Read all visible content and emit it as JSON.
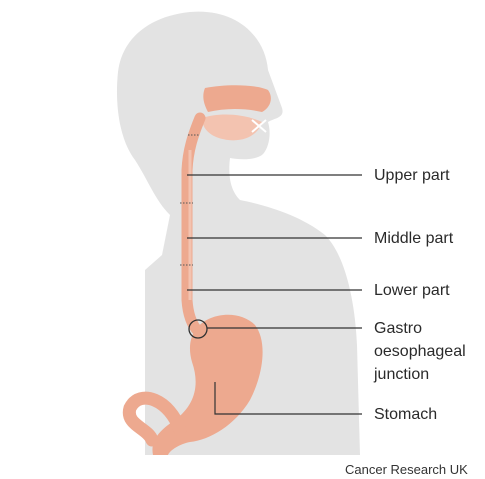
{
  "labels": {
    "upper": "Upper part",
    "middle": "Middle part",
    "lower": "Lower part",
    "junction_line1": "Gastro",
    "junction_line2": "oesophageal",
    "junction_line3": "junction",
    "stomach": "Stomach"
  },
  "credit": "Cancer Research UK",
  "colors": {
    "silhouette": "#e3e3e3",
    "organ": "#eda98f",
    "organ_light": "#f3c3b0",
    "leader_line": "#333333"
  }
}
